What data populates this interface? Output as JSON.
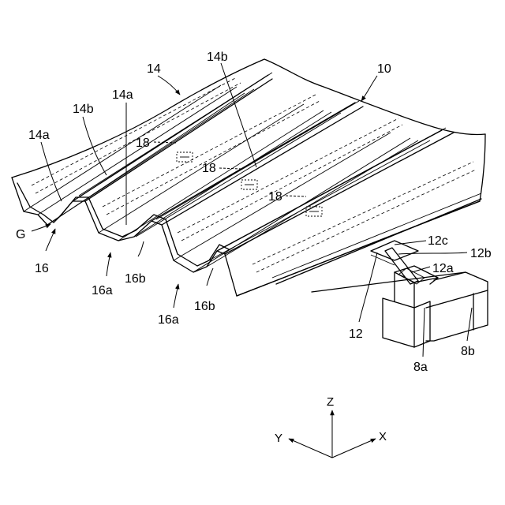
{
  "figure": {
    "labels": {
      "l10": "10",
      "l14": "14",
      "l14b_top": "14b",
      "l14a_mid": "14a",
      "l14b_left": "14b",
      "l14a_left": "14a",
      "lG": "G",
      "l16": "16",
      "l18_1": "18",
      "l18_2": "18",
      "l18_3": "18",
      "l16a_1": "16a",
      "l16b_1": "16b",
      "l16a_2": "16a",
      "l16b_2": "16b",
      "l12": "12",
      "l12a": "12a",
      "l12b": "12b",
      "l12c": "12c",
      "l8a": "8a",
      "l8b": "8b"
    },
    "axes": {
      "z": "Z",
      "y": "Y",
      "x": "X"
    }
  }
}
